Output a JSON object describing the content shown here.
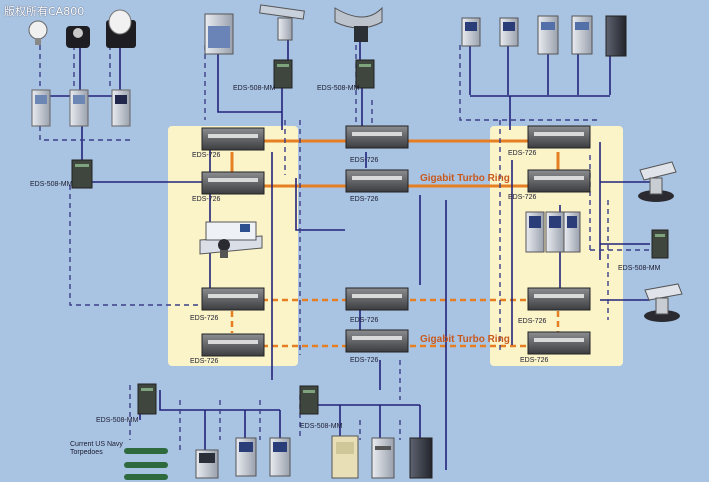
{
  "watermark": "版权所有CA800",
  "labels": {
    "eds726": "EDS-726",
    "eds508": "EDS-508-MM",
    "ring": "Gigabit Turbo Ring",
    "torpedo": [
      "Current US Navy",
      "Torpedoes"
    ]
  },
  "colors": {
    "background": "#a9c3e3",
    "zone": "#fbf4c9",
    "link": "#23237a",
    "ring": "#e67e22"
  }
}
